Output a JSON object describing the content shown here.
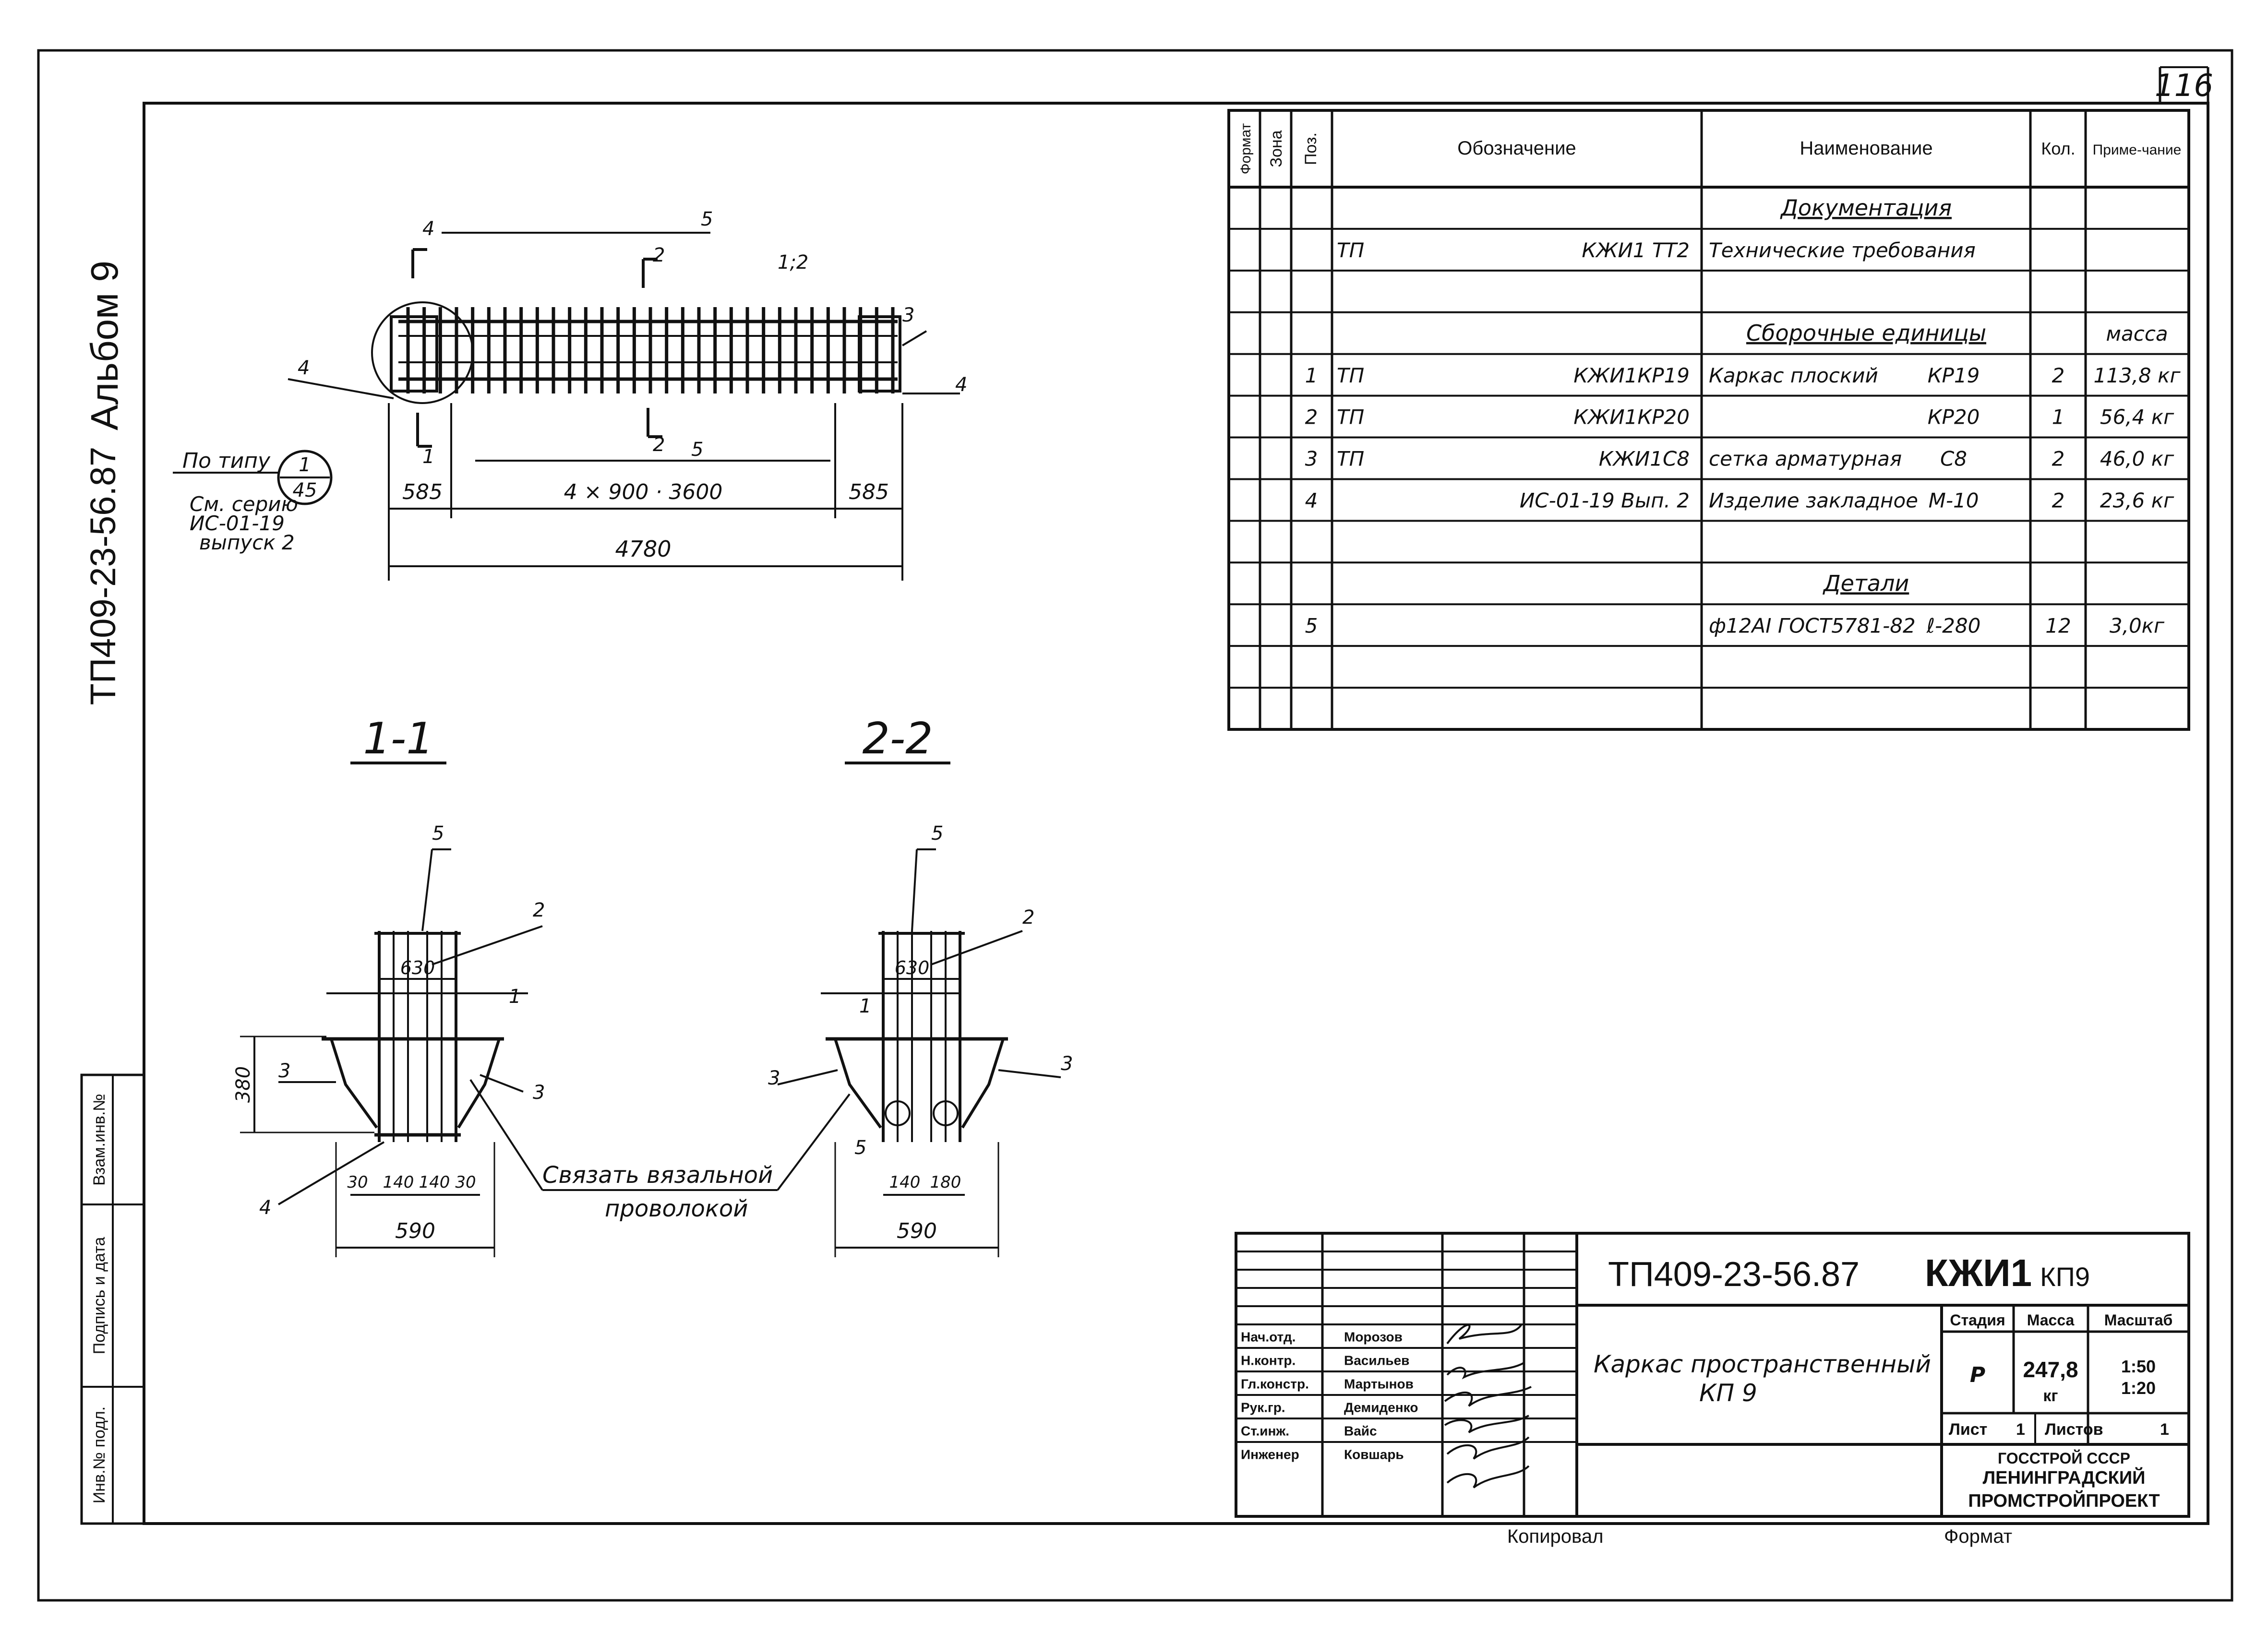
{
  "sheet": {
    "number": "116",
    "album": "Альбом 9",
    "series": "ТП409-23-56.87",
    "copied_label": "Копировал",
    "format_label": "Формат"
  },
  "left_strip": {
    "inv_podl": "Инв.№ подл.",
    "podpis_data": "Подпись и дата",
    "vzam_inv": "Взам.инв.№"
  },
  "plan": {
    "dim_total": "4780",
    "dim_left": "585",
    "dim_mid": "4 × 900 · 3600",
    "dim_right": "585",
    "ref_line1": "По типу",
    "ref_num": "1",
    "ref_den": "45",
    "note_line1": "См. серию",
    "note_line2": "ИС-01-19",
    "note_line3": "выпуск 2",
    "callouts": [
      "4",
      "5",
      "2",
      "1;2",
      "3",
      "4",
      "4",
      "1",
      "2",
      "5"
    ]
  },
  "sections": {
    "s11_title": "1-1",
    "s22_title": "2-2",
    "s11_dim_590": "590",
    "s11_dim_630": "630",
    "s11_dim_380": "380",
    "s11_dims_bottom": [
      "30",
      "140",
      "140",
      "30"
    ],
    "s22_dim_590": "590",
    "s22_dim_630": "630",
    "s22_dims_bottom": [
      "140",
      "180"
    ],
    "s11_callouts": [
      "5",
      "2",
      "1",
      "3",
      "3",
      "4"
    ],
    "s22_callouts": [
      "5",
      "2",
      "1",
      "3",
      "3",
      "5"
    ],
    "tie_note_line1": "Связать вязальной",
    "tie_note_line2": "проволокой"
  },
  "spec_table": {
    "headers": {
      "format": "Формат",
      "zona": "Зона",
      "poz": "Поз.",
      "oboznachenie": "Обозначение",
      "naimenovanie": "Наименование",
      "kol": "Кол.",
      "primechanie": "Приме-чание"
    },
    "rows": [
      {
        "poz": "",
        "obo_pre": "",
        "obo": "",
        "name": "Документация",
        "mark": "",
        "kol": "",
        "prim": "",
        "heading": true
      },
      {
        "poz": "",
        "obo_pre": "ТП",
        "obo": "КЖИ1 ТТ2",
        "name": "Технические требования",
        "mark": "",
        "kol": "",
        "prim": ""
      },
      {
        "poz": "",
        "obo_pre": "",
        "obo": "",
        "name": "",
        "mark": "",
        "kol": "",
        "prim": ""
      },
      {
        "poz": "",
        "obo_pre": "",
        "obo": "",
        "name": "Сборочные единицы",
        "mark": "",
        "kol": "",
        "prim": "масса",
        "heading": true
      },
      {
        "poz": "1",
        "obo_pre": "ТП",
        "obo": "КЖИ1КР19",
        "name": "Каркас плоский",
        "mark": "КР19",
        "kol": "2",
        "prim": "113,8 кг"
      },
      {
        "poz": "2",
        "obo_pre": "ТП",
        "obo": "КЖИ1КР20",
        "name": "",
        "mark": "КР20",
        "kol": "1",
        "prim": "56,4 кг"
      },
      {
        "poz": "3",
        "obo_pre": "ТП",
        "obo": "КЖИ1С8",
        "name": "сетка арматурная",
        "mark": "С8",
        "kol": "2",
        "prim": "46,0 кг"
      },
      {
        "poz": "4",
        "obo_pre": "",
        "obo": "ИС-01-19 Вып. 2",
        "name": "Изделие закладное",
        "mark": "М-10",
        "kol": "2",
        "prim": "23,6 кг"
      },
      {
        "poz": "",
        "obo_pre": "",
        "obo": "",
        "name": "",
        "mark": "",
        "kol": "",
        "prim": ""
      },
      {
        "poz": "",
        "obo_pre": "",
        "obo": "",
        "name": "Детали",
        "mark": "",
        "kol": "",
        "prim": "",
        "heading": true
      },
      {
        "poz": "5",
        "obo_pre": "",
        "obo": "",
        "name": "ф12АI ГОСТ5781-82",
        "mark": "ℓ-280",
        "kol": "12",
        "prim": "3,0кг"
      },
      {
        "poz": "",
        "obo_pre": "",
        "obo": "",
        "name": "",
        "mark": "",
        "kol": "",
        "prim": ""
      },
      {
        "poz": "",
        "obo_pre": "",
        "obo": "",
        "name": "",
        "mark": "",
        "kol": "",
        "prim": ""
      }
    ]
  },
  "title_block": {
    "code": "ТП409-23-56.87",
    "mark_main": "КЖИ1",
    "mark_sub": "КП9",
    "name_line1": "Каркас пространственный",
    "name_line2": "КП 9",
    "stadiya_label": "Стадия",
    "massa_label": "Масса",
    "masshtab_label": "Масштаб",
    "stadiya": "Р",
    "massa": "247,8",
    "massa_unit": "кг",
    "masshtab1": "1:50",
    "masshtab2": "1:20",
    "list_label": "Лист",
    "list_value": "1",
    "listov_label": "Листов",
    "listov_value": "1",
    "org_line1": "ГОССТРОЙ СССР",
    "org_line2": "ЛЕНИНГРАДСКИЙ",
    "org_line3": "ПРОМСТРОЙПРОЕКТ",
    "staff": [
      {
        "role": "Нач.отд.",
        "name": "Морозов"
      },
      {
        "role": "Н.контр.",
        "name": "Васильев"
      },
      {
        "role": "Гл.констр.",
        "name": "Мартынов"
      },
      {
        "role": "Рук.гр.",
        "name": "Демиденко"
      },
      {
        "role": "Ст.инж.",
        "name": "Вайс"
      },
      {
        "role": "Инженер",
        "name": "Ковшарь"
      }
    ]
  }
}
